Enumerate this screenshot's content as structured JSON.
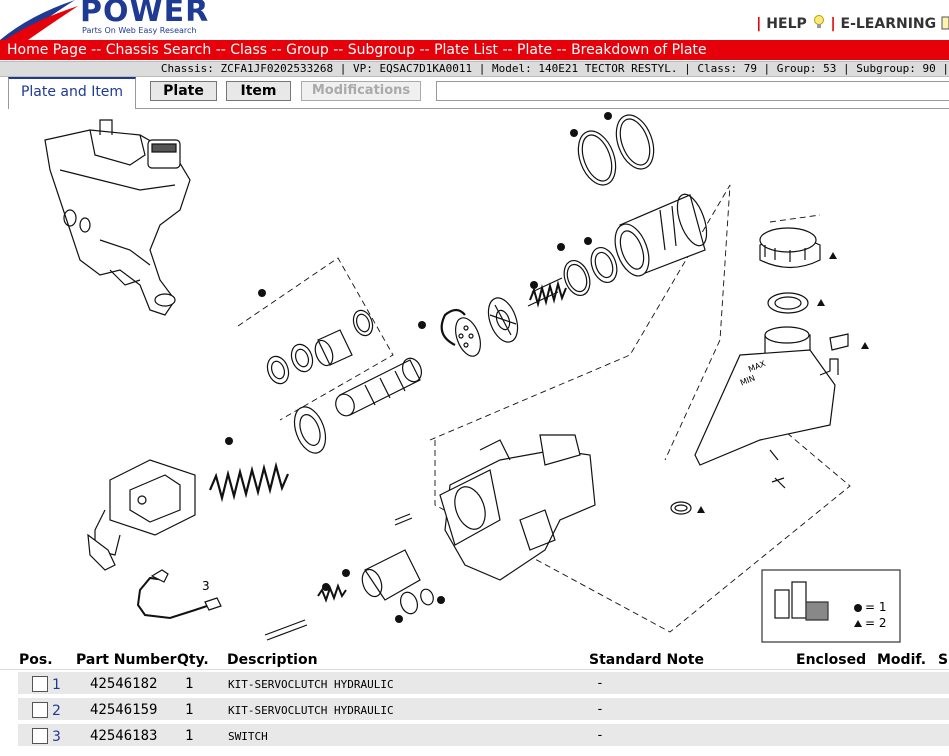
{
  "header": {
    "brand": "POWER",
    "tagline": "Parts On Web Easy Research",
    "help": "HELP",
    "elearning": "E-LEARNING",
    "sep": "|"
  },
  "breadcrumb": {
    "items": [
      "Home Page",
      "Chassis Search",
      "Class",
      "Group",
      "Subgroup",
      "Plate List",
      "Plate",
      "Breakdown of Plate"
    ],
    "separator": " -- "
  },
  "info": {
    "text": "Chassis: ZCFA1JF0202533268 | VP: EQSAC7D1KA0011 | Model: 140E21 TECTOR RESTYL. | Class: 79 | Group: 53 | Subgroup: 90 |"
  },
  "tabs": {
    "active": "Plate and Item",
    "plate": "Plate",
    "item": "Item",
    "modifications": "Modifications"
  },
  "drawing": {
    "callout_3": "3",
    "legend_circle": "= 1",
    "legend_triangle": "= 2",
    "max_label": "MAX",
    "min_label": "MIN"
  },
  "table": {
    "headers": {
      "pos": "Pos.",
      "part": "Part Number",
      "qty": "Qty.",
      "desc": "Description",
      "note": "Standard Note",
      "enclosed": "Enclosed",
      "modif": "Modif.",
      "s": "S"
    },
    "rows": [
      {
        "pos": "1",
        "part": "42546182",
        "qty": "1",
        "desc": "KIT-SERVOCLUTCH HYDRAULIC",
        "note": "-"
      },
      {
        "pos": "2",
        "part": "42546159",
        "qty": "1",
        "desc": "KIT-SERVOCLUTCH HYDRAULIC",
        "note": "-"
      },
      {
        "pos": "3",
        "part": "42546183",
        "qty": "1",
        "desc": "SWITCH",
        "note": "-"
      }
    ]
  },
  "colors": {
    "brand_blue": "#1f3a93",
    "crumb_red": "#e6000a",
    "info_gray": "#dcdcdc",
    "row_gray": "#e8e8e8"
  }
}
